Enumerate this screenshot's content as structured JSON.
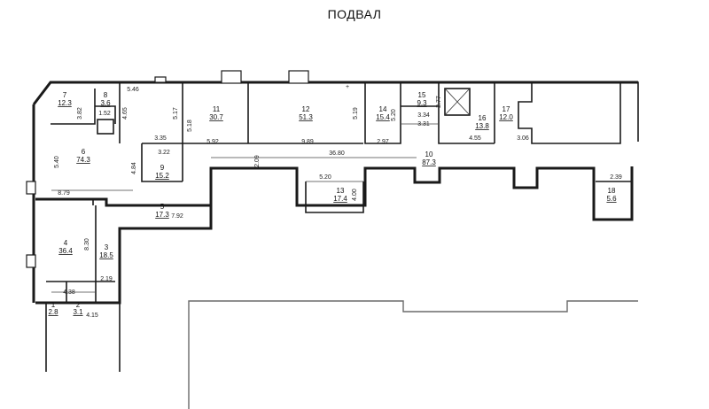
{
  "title": "ПОДВАЛ",
  "rooms": [
    {
      "id": "1",
      "area": "2.8"
    },
    {
      "id": "2",
      "area": "3.1"
    },
    {
      "id": "3",
      "area": "18.5"
    },
    {
      "id": "4",
      "area": "36.4"
    },
    {
      "id": "5",
      "area": "17.3"
    },
    {
      "id": "6",
      "area": "74.3"
    },
    {
      "id": "7",
      "area": "12.3"
    },
    {
      "id": "8",
      "area": "3.6"
    },
    {
      "id": "9",
      "area": "15.2"
    },
    {
      "id": "10",
      "area": "87.3"
    },
    {
      "id": "11",
      "area": "30.7"
    },
    {
      "id": "12",
      "area": "51.3"
    },
    {
      "id": "13",
      "area": "17.4"
    },
    {
      "id": "14",
      "area": "15.4"
    },
    {
      "id": "15",
      "area": "9.3"
    },
    {
      "id": "16",
      "area": "13.8"
    },
    {
      "id": "17",
      "area": "12.0"
    },
    {
      "id": "18",
      "area": "5.6"
    }
  ],
  "dimensions": [
    "5.46",
    "3.82",
    "1.52",
    "4.65",
    "5.17",
    "5.18",
    "5.19",
    "5.20",
    "2.77",
    "3.34",
    "3.31",
    "4.55",
    "3.06",
    "3.35",
    "5.92",
    "9.89",
    "2.97",
    "3.22",
    "4.84",
    "5.40",
    "8.79",
    "2.09",
    "36.80",
    "5.20",
    "4.00",
    "2.39",
    "7.92",
    "8.30",
    "2.19",
    "4.38",
    "4.15"
  ]
}
